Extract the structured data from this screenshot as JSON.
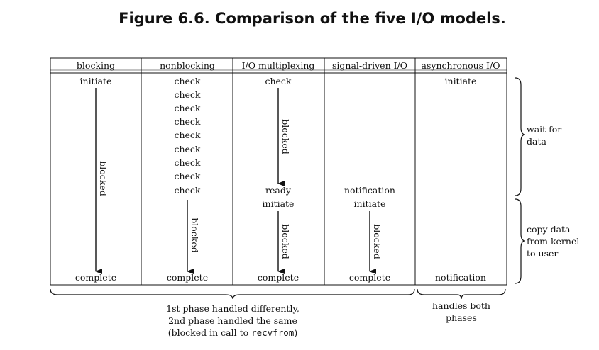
{
  "title": "Figure 6.6. Comparison of the five I/O models.",
  "columns": [
    {
      "header": "blocking"
    },
    {
      "header": "nonblocking"
    },
    {
      "header": "I/O multiplexing"
    },
    {
      "header": "signal-driven I/O"
    },
    {
      "header": "asynchronous I/O"
    }
  ],
  "labels": {
    "initiate": "initiate",
    "check": "check",
    "ready": "ready",
    "notification": "notification",
    "complete": "complete",
    "blocked": "blocked"
  },
  "side": {
    "wait_line1": "wait for",
    "wait_line2": "data",
    "copy_line1": "copy data",
    "copy_line2": "from kernel",
    "copy_line3": "to user"
  },
  "bottom": {
    "left_line1": "1st phase handled differently,",
    "left_line2": "2nd phase handled the same",
    "left_line3_prefix": "(blocked in call to ",
    "left_line3_code": "recvfrom",
    "left_line3_suffix": ")",
    "right_line1": "handles both",
    "right_line2": "phases"
  }
}
